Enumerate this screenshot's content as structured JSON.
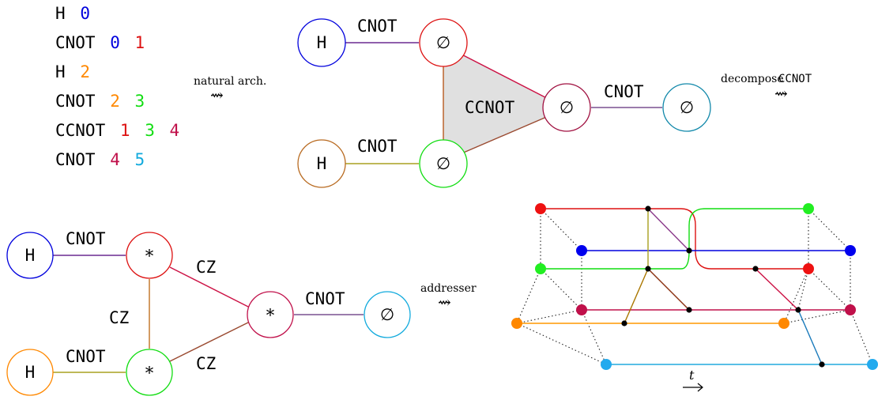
{
  "program": {
    "lines": [
      {
        "gate": "H",
        "qubits": [
          "0"
        ]
      },
      {
        "gate": "CNOT",
        "qubits": [
          "0",
          "1"
        ]
      },
      {
        "gate": "H",
        "qubits": [
          "2"
        ]
      },
      {
        "gate": "CNOT",
        "qubits": [
          "2",
          "3"
        ]
      },
      {
        "gate": "CCNOT",
        "qubits": [
          "1",
          "3",
          "4"
        ]
      },
      {
        "gate": "CNOT",
        "qubits": [
          "4",
          "5"
        ]
      }
    ]
  },
  "qubit_colors": [
    "#0000dd",
    "#dd1111",
    "#ff8800",
    "#11dd11",
    "#c0104a",
    "#11aadd"
  ],
  "arrows": {
    "natural_arch": "natural arch.",
    "decompose": "decompose",
    "decompose_gate": "CCNOT",
    "addresser": "addresser",
    "time": "t",
    "arrow_glyph": "⇝"
  },
  "graph1": {
    "nodes": {
      "h0": "H",
      "q1": "∅",
      "h2": "H",
      "q3": "∅",
      "q4": "∅",
      "q5": "∅"
    },
    "edges": {
      "e01": "CNOT",
      "e23": "CNOT",
      "e45": "CNOT",
      "triangle": "CCNOT"
    }
  },
  "graph2": {
    "nodes": {
      "h0": "H",
      "q1": "*",
      "h2": "H",
      "q3": "*",
      "q4": "*",
      "q5": "∅"
    },
    "edges": {
      "e01": "CNOT",
      "e14": "CZ",
      "e13": "CZ",
      "e34": "CZ",
      "e23": "CNOT",
      "e45": "CNOT"
    }
  }
}
